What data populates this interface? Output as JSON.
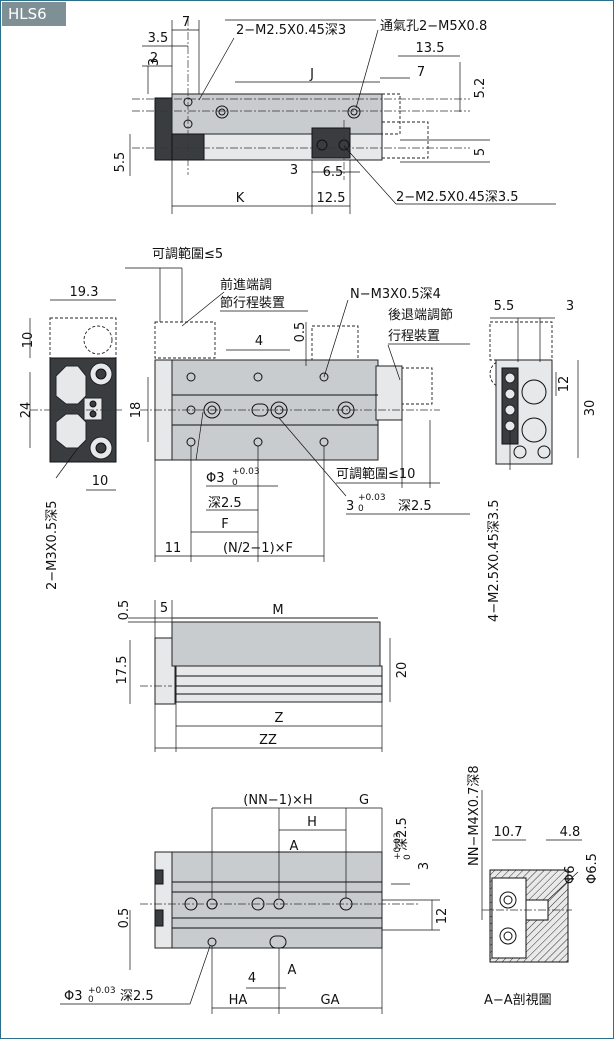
{
  "header": {
    "model": "HLS6"
  },
  "view_top": {
    "labels": {
      "d7": "7",
      "d3_5": "3.5",
      "d2": "2",
      "d3": "3",
      "d5_5": "5.5",
      "screw": "2−M2.5X0.45深3",
      "vent": "通氣孔2−M5X0.8",
      "d13_5": "13.5",
      "d7b": "7",
      "d5_2": "5.2",
      "J": "J",
      "d5": "5",
      "d3b": "3",
      "d6_5": "6.5",
      "K": "K",
      "d12_5": "12.5",
      "screw2": "2−M2.5X0.45深3.5"
    }
  },
  "view_mid": {
    "labels": {
      "adj5": "可調範圍≤5",
      "front1": "前進端調",
      "front2": "節行程裝置",
      "nm3": "N−M3X0.5深4",
      "rear1": "後退端調節",
      "rear2": "行程裝置",
      "d19_3": "19.3",
      "d10": "10",
      "d24": "24",
      "d10b": "10",
      "side_screw": "2−M3X0.5深5",
      "d4": "4",
      "d0_5": "0.5",
      "d18": "18",
      "phi3": "Φ3",
      "tol_hi": "+0.03",
      "tol_lo": "0",
      "deep25": "深2.5",
      "adj10": "可調範圍≤10",
      "hole3": "3",
      "deep25b": "深2.5",
      "F": "F",
      "d11": "11",
      "nf": "(N/2−1)×F",
      "d5_5": "5.5",
      "d3": "3",
      "d12": "12",
      "d30": "30",
      "right_screw": "4−M2.5X0.45深3.5"
    }
  },
  "view_side": {
    "labels": {
      "d0_5": "0.5",
      "d5": "5",
      "M": "M",
      "d17_5": "17.5",
      "d20": "20",
      "Z": "Z",
      "ZZ": "ZZ"
    }
  },
  "view_bottom": {
    "labels": {
      "nnh": "(NN−1)×H",
      "G": "G",
      "H": "H",
      "A": "A",
      "A2": "A",
      "d0_5": "0.5",
      "d4": "4",
      "HA": "HA",
      "GA": "GA",
      "hole": "3",
      "tol_hi": "+0.03",
      "tol_lo": "0",
      "deep": "深2.5",
      "d12": "12",
      "phi3": "Φ3",
      "deep2": "深2.5",
      "nn_m4": "NN−M4X0.7深8",
      "d10_7": "10.7",
      "d4_8": "4.8",
      "phi6": "Φ6",
      "phi6_5": "Φ6.5",
      "section": "A−A剖視圖"
    }
  },
  "colors": {
    "frame": "#2a6f8c",
    "tag": "#7f8f96",
    "body": "#c9cccf",
    "dark": "#3a3d40"
  }
}
